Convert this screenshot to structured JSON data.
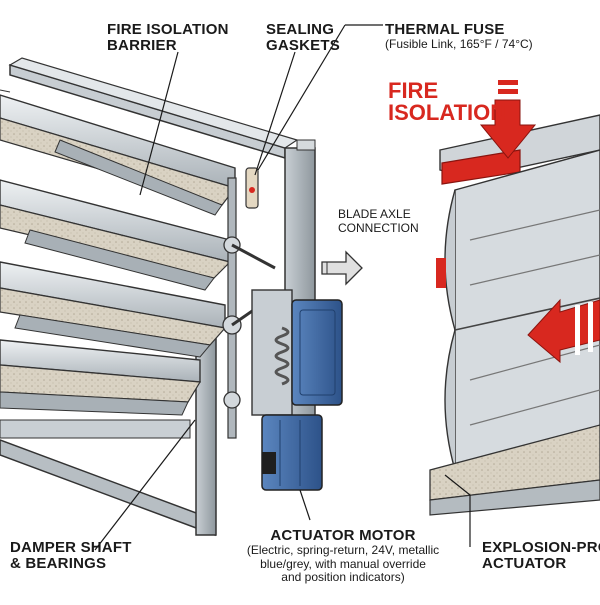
{
  "labels": {
    "fire_barrier_1": "FIRE ISOLATION",
    "fire_barrier_2": "BARRIER",
    "gaskets_1": "SEALING",
    "gaskets_2": "GASKETS",
    "fuse_title": "THERMAL FUSE",
    "fuse_sub": "(Fusible Link, 165°F / 74°C)",
    "fire_iso_1": "FIRE",
    "fire_iso_2": "ISOLATION",
    "axle_1": "BLADE AXLE",
    "axle_2": "CONNECTION",
    "shaft_1": "DAMPER SHAFT",
    "shaft_2": "& BEARINGS",
    "motor_title": "ACTUATOR MOTOR",
    "motor_sub_1": "(Electric, spring-return, 24V, metallic",
    "motor_sub_2": "blue/grey, with manual override",
    "motor_sub_3": "and position indicators)",
    "explosion_1": "EXPLOSION-PROO",
    "explosion_2": "ACTUATOR"
  },
  "colors": {
    "steel_light": "#dfe3e6",
    "steel_mid": "#b9c0c5",
    "steel_dark": "#7d868c",
    "insulation": "#d9d2c3",
    "actuator_blue": "#3d6aa6",
    "fire_red": "#d8281f",
    "ink": "#1a1a1a"
  },
  "icons": [
    "spring-icon",
    "arrow-right-icon",
    "red-arrow-icon"
  ]
}
